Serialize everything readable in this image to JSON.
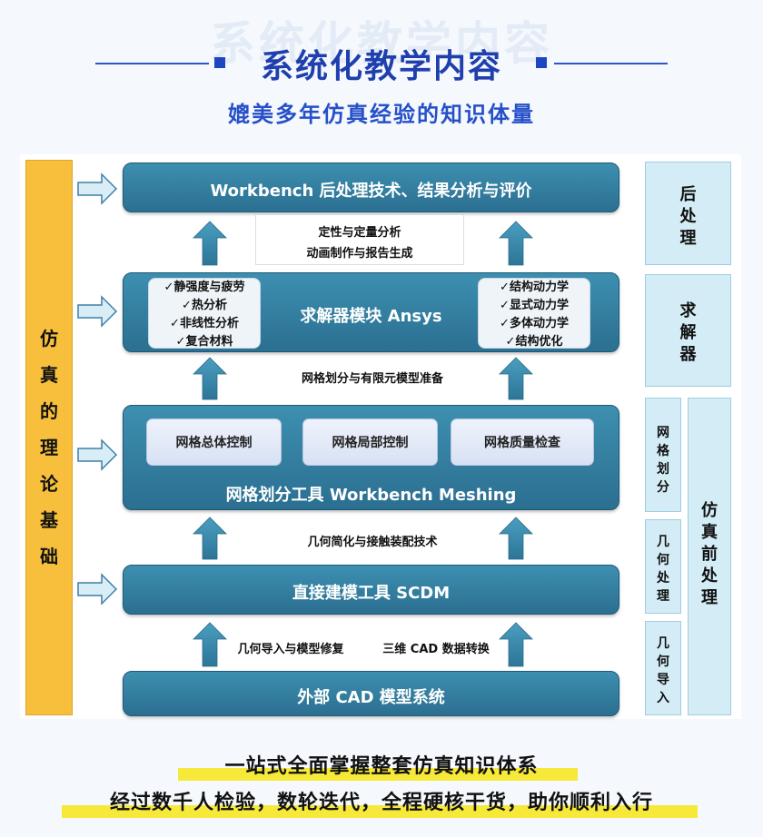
{
  "header": {
    "watermark": "系统化教学内容",
    "title": "系统化教学内容",
    "subtitle": "媲美多年仿真经验的知识体量"
  },
  "left_column": {
    "label": [
      "仿",
      "真",
      "的",
      "理",
      "论",
      "基",
      "础"
    ]
  },
  "right_column": {
    "post": [
      "后",
      "处",
      "理"
    ],
    "solver": [
      "求",
      "解",
      "器"
    ],
    "pre": [
      "仿",
      "真",
      "前",
      "处",
      "理"
    ],
    "mesh": [
      "网",
      "格",
      "划",
      "分"
    ],
    "geo": [
      "几",
      "何",
      "处",
      "理"
    ],
    "import": [
      "几",
      "何",
      "导",
      "入"
    ]
  },
  "flow": {
    "post_bar": "Workbench 后处理技术、结果分析与评价",
    "post_note_line1": "定性与定量分析",
    "post_note_line2": "动画制作与报告生成",
    "solver_bar": "求解器模块 Ansys",
    "solver_left": [
      "✓静强度与疲劳",
      "✓热分析",
      "✓非线性分析",
      "✓复合材料"
    ],
    "solver_right": [
      "✓结构动力学",
      "✓显式动力学",
      "✓多体动力学",
      "✓结构优化"
    ],
    "mesh_note": "网格划分与有限元模型准备",
    "mesh_buttons": [
      "网格总体控制",
      "网格局部控制",
      "网格质量检查"
    ],
    "mesh_bar": "网格划分工具 Workbench Meshing",
    "scdm_note": "几何简化与接触装配技术",
    "scdm_bar": "直接建模工具 SCDM",
    "cad_note_left": "几何导入与模型修复",
    "cad_note_right": "三维 CAD 数据转换",
    "cad_bar": "外部 CAD 模型系统"
  },
  "footer": {
    "line1": "一站式全面掌握整套仿真知识体系",
    "line2": "经过数千人检验，数轮迭代，全程硬核干货，助你顺利入行"
  },
  "colors": {
    "title": "#1f3fae",
    "bar": "#2f7ea2",
    "theory": "#f7bf3c",
    "category": "#d3ecf6",
    "highlight": "#f7e93a"
  }
}
